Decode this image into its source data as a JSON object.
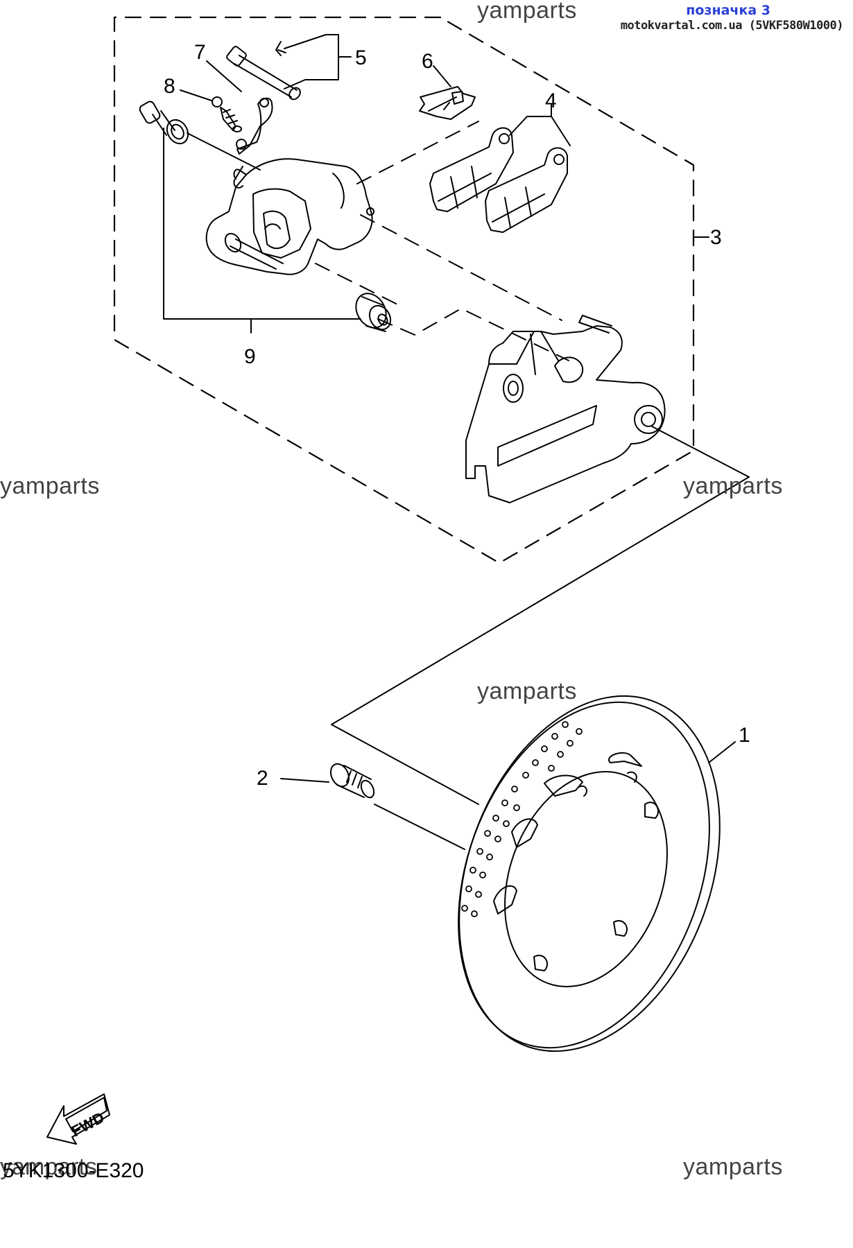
{
  "header": {
    "label": "позначка 3",
    "source": "motokvartal.com.ua (5VKF580W1000)"
  },
  "watermark": "yamparts",
  "diagram_code": "5YK1300-E320",
  "fwd_label": "FWD",
  "callouts": [
    "1",
    "2",
    "3",
    "4",
    "5",
    "6",
    "7",
    "8",
    "9"
  ]
}
